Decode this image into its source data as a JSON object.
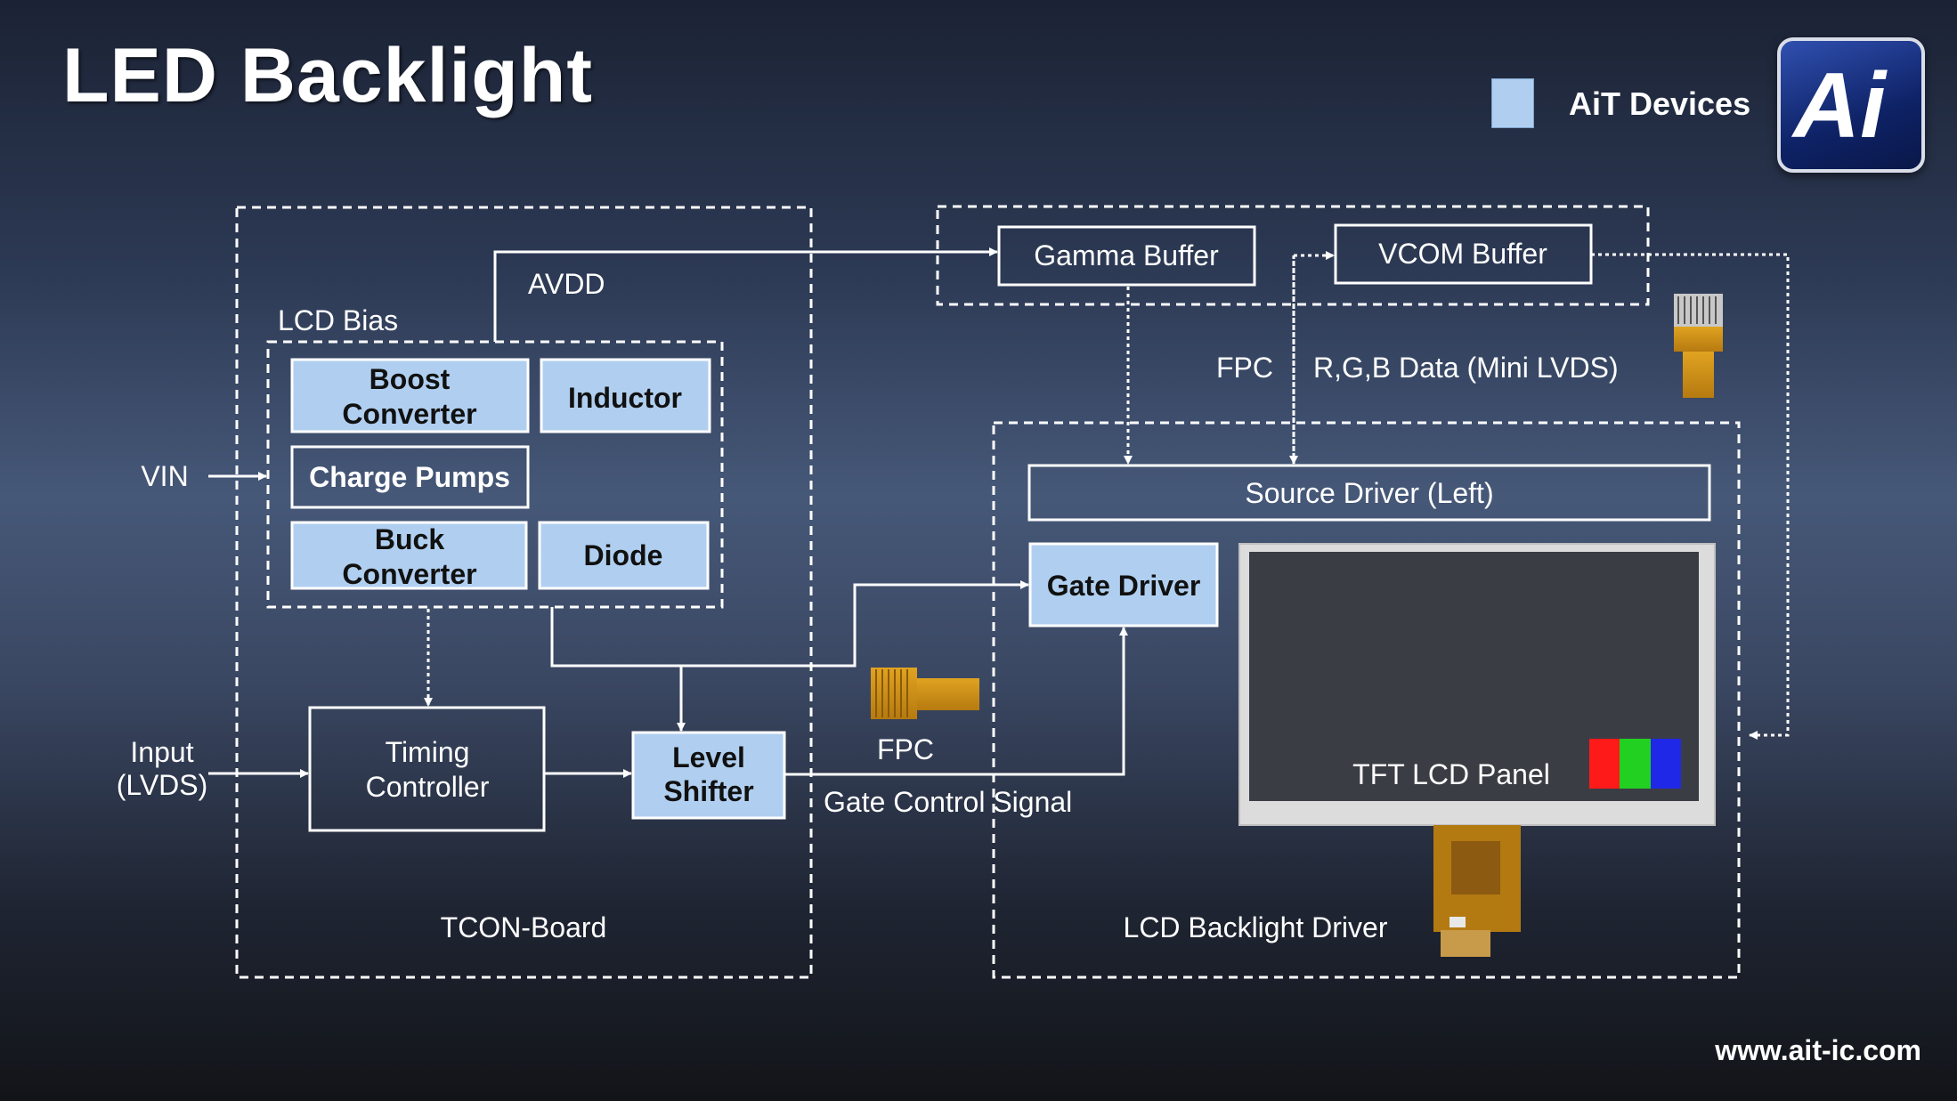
{
  "title": "LED Backlight",
  "legend": {
    "label": "AiT Devices",
    "color": "#b0cff0"
  },
  "logo": {
    "text": "Ai"
  },
  "website": "www.ait-ic.com",
  "diagram": {
    "tcon_board": "TCON-Board",
    "lcd_bias": "LCD Bias",
    "avdd": "AVDD",
    "vin": "VIN",
    "input": [
      "Input",
      "(LVDS)"
    ],
    "boost_converter": [
      "Boost",
      "Converter"
    ],
    "inductor": "Inductor",
    "charge_pumps": "Charge Pumps",
    "buck_converter": [
      "Buck",
      "Converter"
    ],
    "diode": "Diode",
    "timing_controller": [
      "Timing",
      "Controller"
    ],
    "level_shifter": [
      "Level",
      "Shifter"
    ],
    "gamma_buffer": "Gamma Buffer",
    "vcom_buffer": "VCOM Buffer",
    "fpc_top": "FPC",
    "rgb_data": "R,G,B Data (Mini LVDS)",
    "source_driver": "Source Driver (Left)",
    "gate_driver": "Gate Driver",
    "fpc_mid": "FPC",
    "gate_control_signal": "Gate Control Signal",
    "tft_panel": "TFT LCD Panel",
    "backlight_driver": "LCD Backlight Driver"
  },
  "colors": {
    "ait_block": "#b0cff0",
    "red": "#ff1a1a",
    "green": "#22d022",
    "blue": "#1f28e6"
  }
}
